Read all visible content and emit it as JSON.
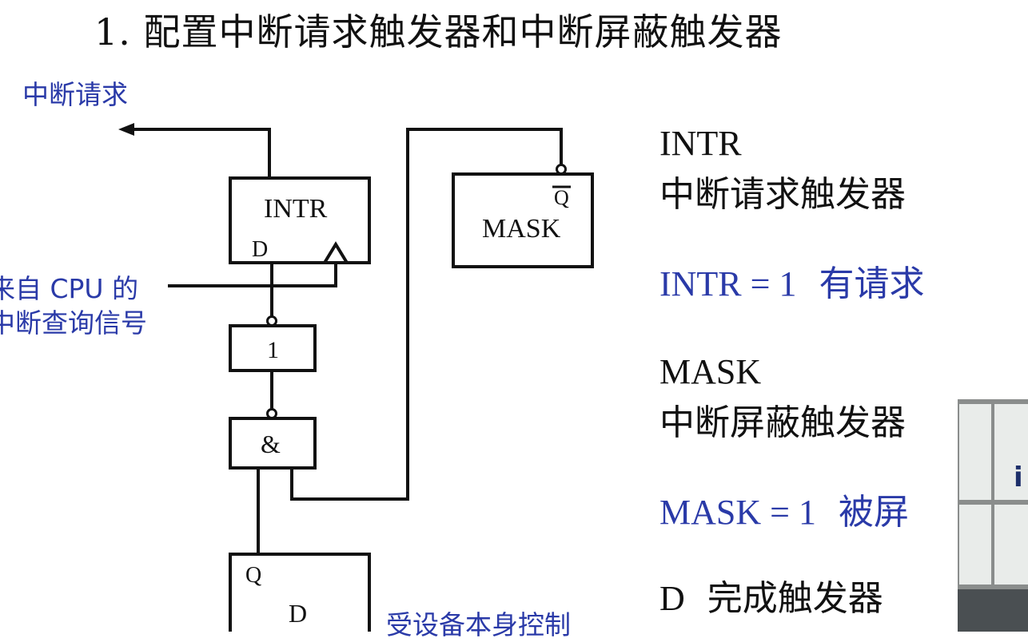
{
  "title": "1. 配置中断请求触发器和中断屏蔽触发器",
  "diagram": {
    "output_label": "中断请求",
    "input_label_line1": "来自 CPU 的",
    "input_label_line2": "中断查询信号",
    "device_label": "受设备本身控制",
    "intr_box": {
      "name": "INTR",
      "pin": "D"
    },
    "mask_box": {
      "name": "MASK",
      "pin": "Q"
    },
    "not_gate": "1",
    "and_gate": "&",
    "d_box": {
      "pin": "Q",
      "name": "D"
    }
  },
  "notes": {
    "intr_name": "INTR",
    "intr_desc": "中断请求触发器",
    "intr_eq_lhs": "INTR = 1",
    "intr_eq_rhs": "有请求",
    "mask_name": "MASK",
    "mask_desc": "中断屏蔽触发器",
    "mask_eq_lhs": "MASK = 1",
    "mask_eq_rhs": "被屏",
    "d_name": "D",
    "d_desc": "完成触发器"
  },
  "colors": {
    "accent_blue": "#2a3aa8",
    "line": "#111111"
  }
}
